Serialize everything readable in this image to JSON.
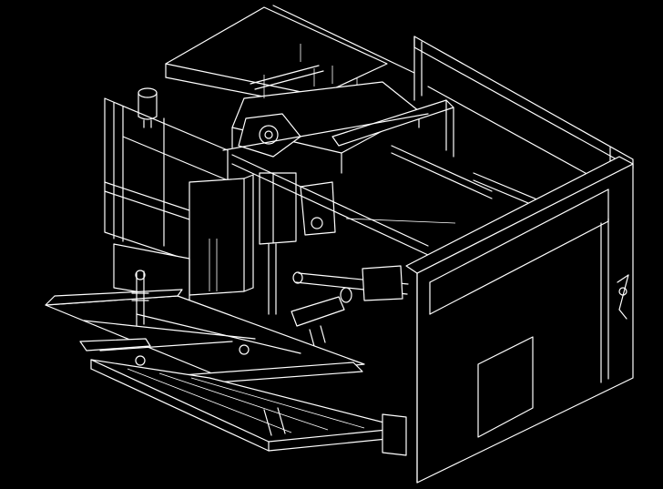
{
  "drawing": {
    "background_color": "#000000",
    "line_color": "#ffffff",
    "subject": "machine-isometric-wireframe",
    "parts": [
      "rear-panel",
      "top-hood",
      "upper-carriage",
      "left-frame",
      "motor-cylinder",
      "center-column",
      "rails",
      "drive-shaft",
      "right-cabinet",
      "access-door",
      "hand-crank",
      "infeed-tray",
      "tray-legs",
      "conveyor-bed"
    ]
  }
}
